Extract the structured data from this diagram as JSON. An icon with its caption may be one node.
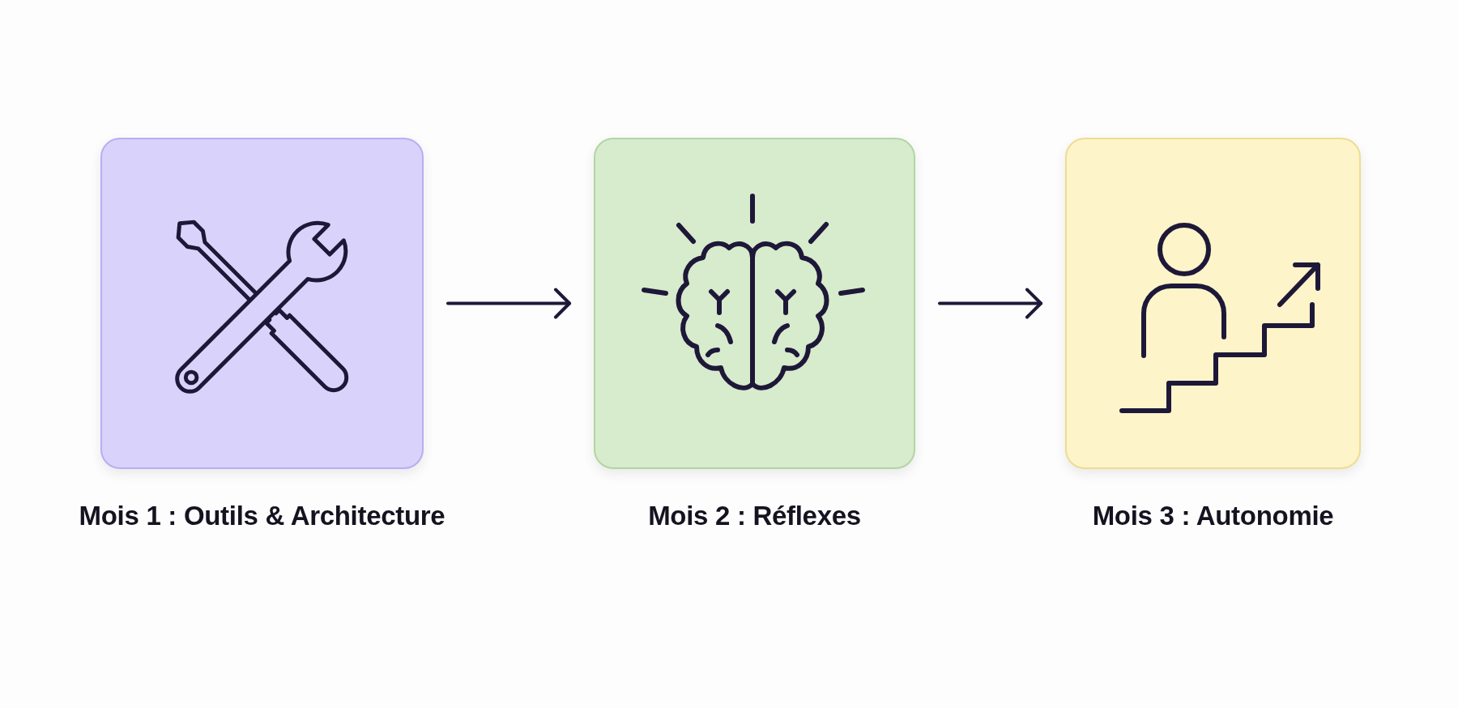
{
  "diagram": {
    "nodes": [
      {
        "text": [
          "Mois 1 : Outils & Architecture"
        ]
      },
      {
        "text": [
          "Mois 2 : Réflexes"
        ]
      },
      {
        "text": [
          "Mois 3 : Autonomie"
        ]
      }
    ],
    "edges": [
      {
        "from": 0,
        "to": 1,
        "arrow": "to"
      },
      {
        "from": 1,
        "to": 2,
        "arrow": "to"
      }
    ]
  }
}
